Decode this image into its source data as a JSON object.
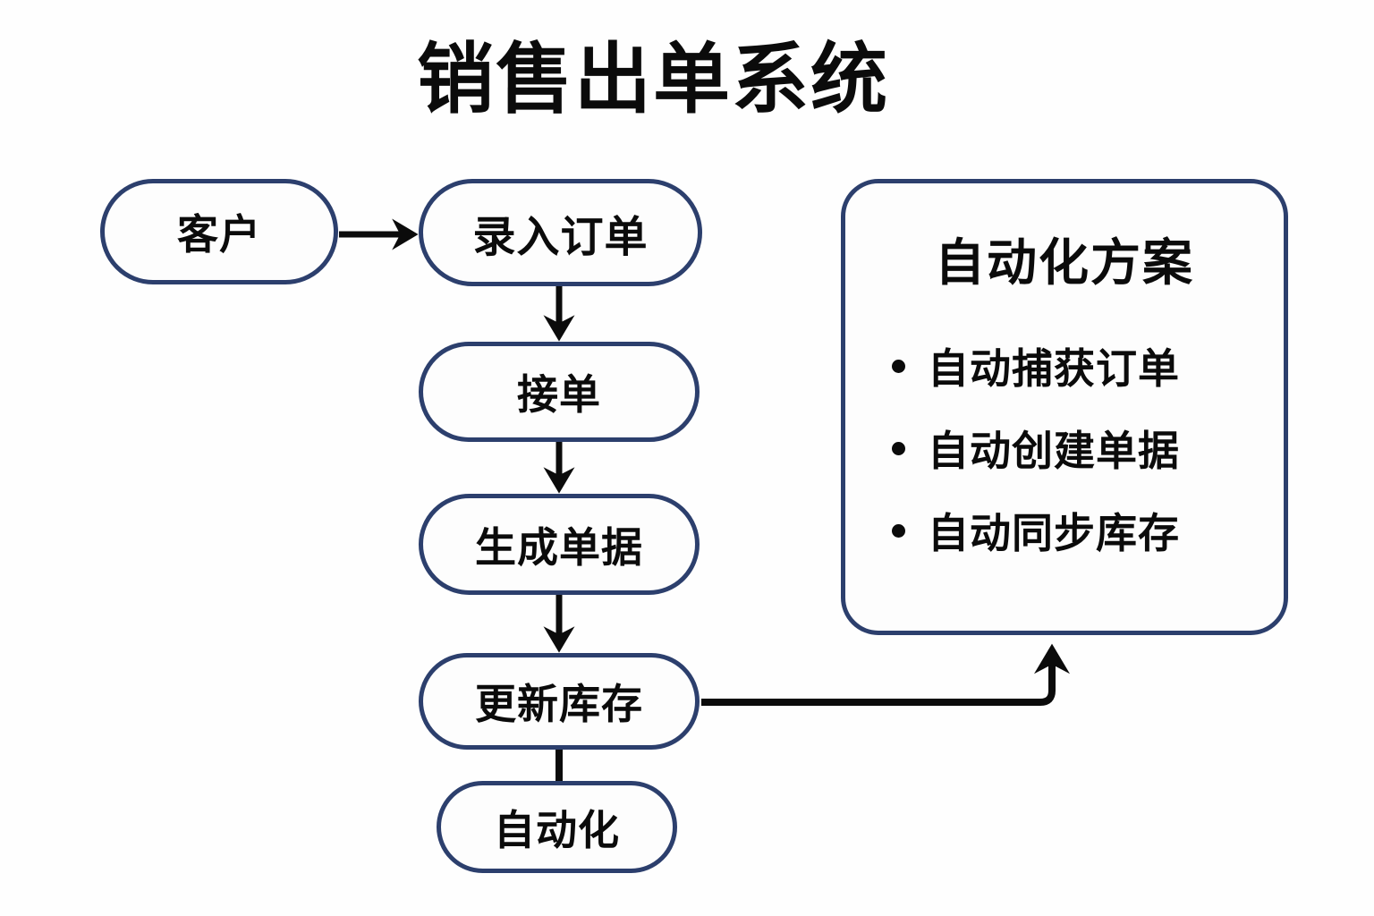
{
  "title": "销售出单系统",
  "colors": {
    "node_border": "#2c3f6d",
    "node_fill": "#fdfdfd",
    "connector": "#0b0b0b",
    "text": "#0b0b0b",
    "background": "#ffffff"
  },
  "flow": {
    "nodes": [
      {
        "id": "customer",
        "label": "客户"
      },
      {
        "id": "enter-order",
        "label": "录入订单"
      },
      {
        "id": "accept-order",
        "label": "接单"
      },
      {
        "id": "generate-doc",
        "label": "生成单据"
      },
      {
        "id": "update-stock",
        "label": "更新库存"
      },
      {
        "id": "automation",
        "label": "自动化"
      }
    ],
    "connectors": [
      {
        "from": "customer",
        "to": "enter-order",
        "style": "arrow",
        "direction": "right"
      },
      {
        "from": "enter-order",
        "to": "accept-order",
        "style": "arrow",
        "direction": "down"
      },
      {
        "from": "accept-order",
        "to": "generate-doc",
        "style": "arrow",
        "direction": "down"
      },
      {
        "from": "generate-doc",
        "to": "update-stock",
        "style": "arrow",
        "direction": "down"
      },
      {
        "from": "update-stock",
        "to": "automation",
        "style": "line",
        "direction": "down"
      },
      {
        "from": "update-stock",
        "to": "panel-automation",
        "style": "arrow",
        "direction": "elbow-right-up"
      }
    ]
  },
  "panel": {
    "title": "自动化方案",
    "items": [
      {
        "label": "自动捕获订单"
      },
      {
        "label": "自动创建单据"
      },
      {
        "label": "自动同步库存"
      }
    ]
  }
}
